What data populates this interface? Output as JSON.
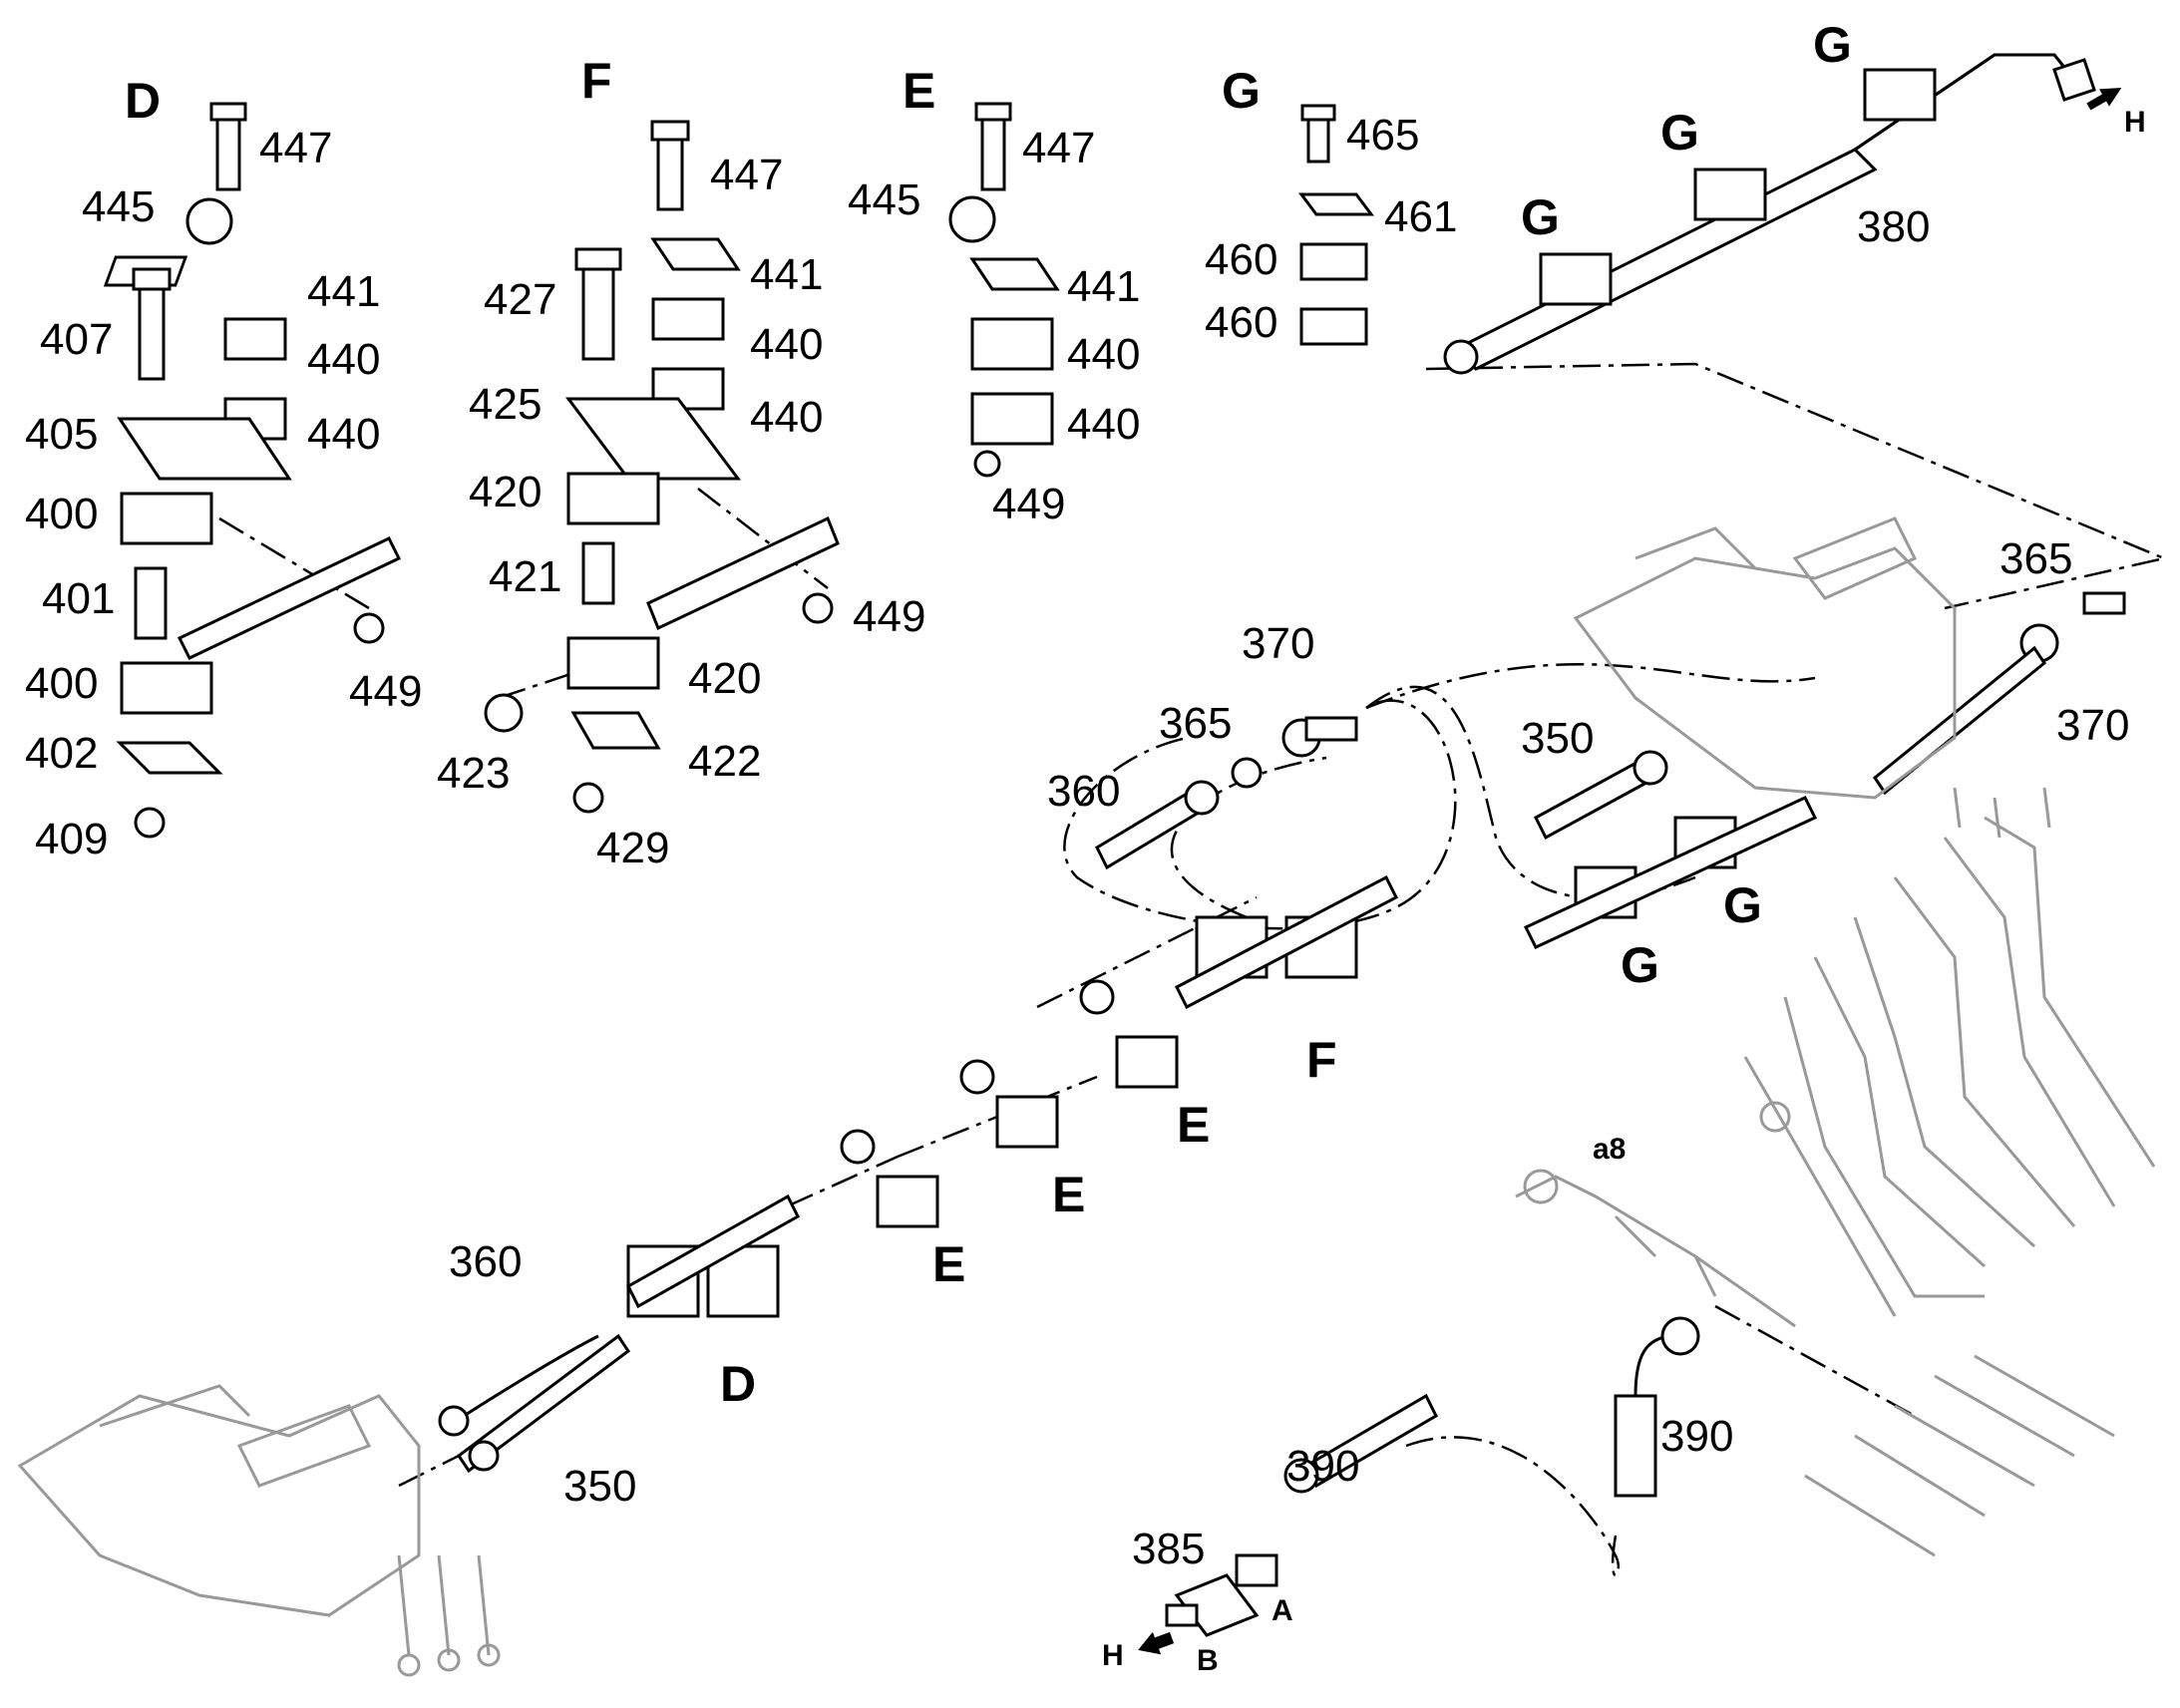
{
  "group_letters": {
    "D_top": "D",
    "F_top": "F",
    "E_top": "E",
    "G_top": "G",
    "G_rail_1": "G",
    "G_rail_2": "G",
    "G_rail_3": "G",
    "G_lower_1": "G",
    "G_lower_2": "G",
    "F_main": "F",
    "E_main_1": "E",
    "E_main_2": "E",
    "E_main_3": "E",
    "D_main": "D"
  },
  "part_numbers": {
    "D_447": "447",
    "D_445": "445",
    "D_441": "441",
    "D_407": "407",
    "D_440a": "440",
    "D_405": "405",
    "D_440b": "440",
    "D_400a": "400",
    "D_401": "401",
    "D_400b": "400",
    "D_402": "402",
    "D_449": "449",
    "D_409": "409",
    "F_447": "447",
    "F_441": "441",
    "F_427": "427",
    "F_440a": "440",
    "F_425": "425",
    "F_440b": "440",
    "F_420a": "420",
    "F_421": "421",
    "F_449": "449",
    "F_420b": "420",
    "F_422": "422",
    "F_423": "423",
    "F_429": "429",
    "E_447": "447",
    "E_445": "445",
    "E_441": "441",
    "E_440a": "440",
    "E_440b": "440",
    "E_449": "449",
    "G_465": "465",
    "G_461": "461",
    "G_460a": "460",
    "G_460b": "460",
    "p380": "380",
    "p365_right": "365",
    "p370_right": "370",
    "p370_mid": "370",
    "p365_mid": "365",
    "p350_upper": "350",
    "p360_mid": "360",
    "p360_low": "360",
    "p350_low": "350",
    "p390_mid": "390",
    "p390_right": "390",
    "p385": "385"
  },
  "port_labels": {
    "a8": "a8",
    "A": "A",
    "B": "B",
    "H_top": "H",
    "H_bottom": "H"
  },
  "colors": {
    "line": "#000000",
    "ghost": "#999999",
    "background": "#ffffff"
  }
}
